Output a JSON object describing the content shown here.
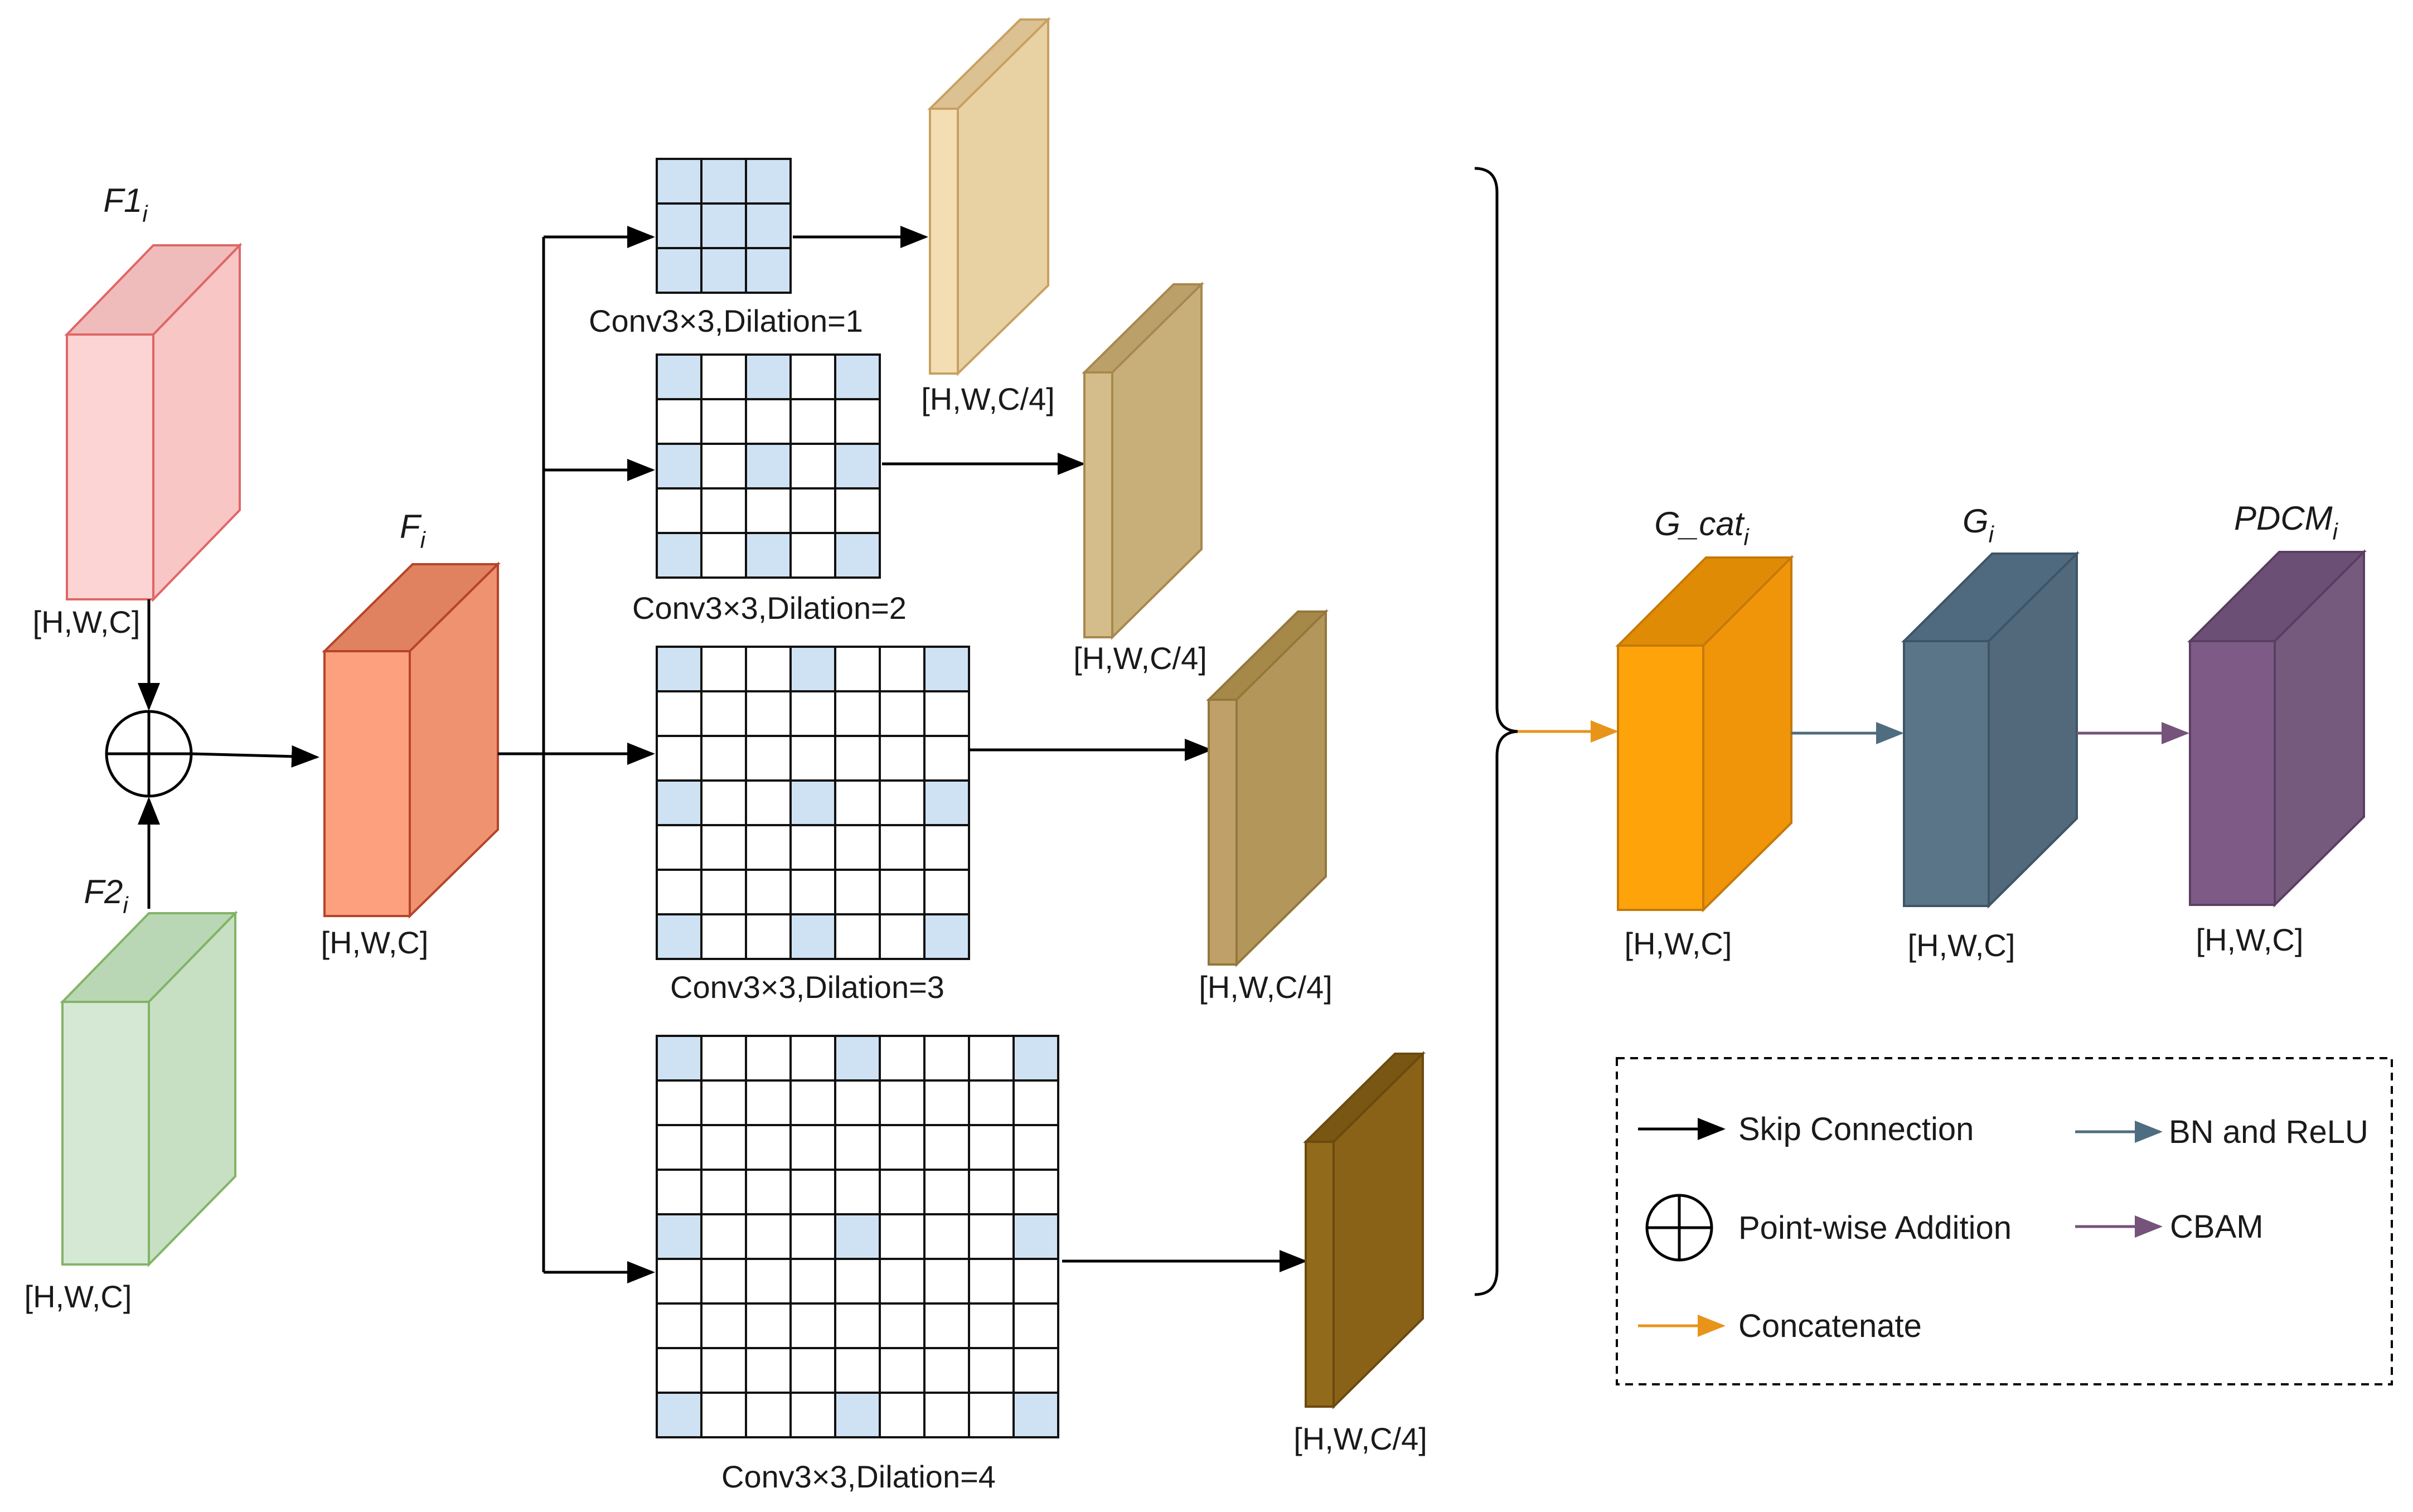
{
  "inputs": {
    "f1": {
      "name": "F1",
      "sub": "i",
      "dims": "[H,W,C]"
    },
    "f2": {
      "name": "F2",
      "sub": "i",
      "dims": "[H,W,C]"
    },
    "fi": {
      "name": "F",
      "sub": "i",
      "dims": "[H,W,C]"
    }
  },
  "branches": [
    {
      "label": "Conv3×3,Dilation=1",
      "dilation": 1,
      "out_dims": "[H,W,C/4]"
    },
    {
      "label": "Conv3×3,Dilation=2",
      "dilation": 2,
      "out_dims": "[H,W,C/4]"
    },
    {
      "label": "Conv3×3,Dilation=3",
      "dilation": 3,
      "out_dims": "[H,W,C/4]"
    },
    {
      "label": "Conv3×3,Dilation=4",
      "dilation": 4,
      "out_dims": "[H,W,C/4]"
    }
  ],
  "outputs": {
    "gcat": {
      "name": "G_cat",
      "sub": "i",
      "dims": "[H,W,C]"
    },
    "g": {
      "name": "G",
      "sub": "i",
      "dims": "[H,W,C]"
    },
    "pdcm": {
      "name": "PDCM",
      "sub": "i",
      "dims": "[H,W,C]"
    }
  },
  "legend": {
    "skip": "Skip Connection",
    "add": "Point-wise Addition",
    "concat": "Concatenate",
    "bn": "BN and ReLU",
    "cbam": "CBAM"
  },
  "colors": {
    "f1_fill": "#f8cecc",
    "f1_stroke": "#e06666",
    "f2_fill": "#d5e8d4",
    "f2_stroke": "#82b366",
    "fi_fill": "#f5946c",
    "fi_stroke": "#b5442a",
    "branch1": "#ebd5a6",
    "branch2": "#c9b079",
    "branch3": "#b5975a",
    "branch4": "#8c6419",
    "gcat": "#f59c0c",
    "g": "#577389",
    "pdcm": "#785483",
    "kernel_cell": "#cfe2f3",
    "arrow_skip": "#000000",
    "arrow_concat": "#e8941a",
    "arrow_bn": "#4f6d80",
    "arrow_cbam": "#76537a"
  }
}
